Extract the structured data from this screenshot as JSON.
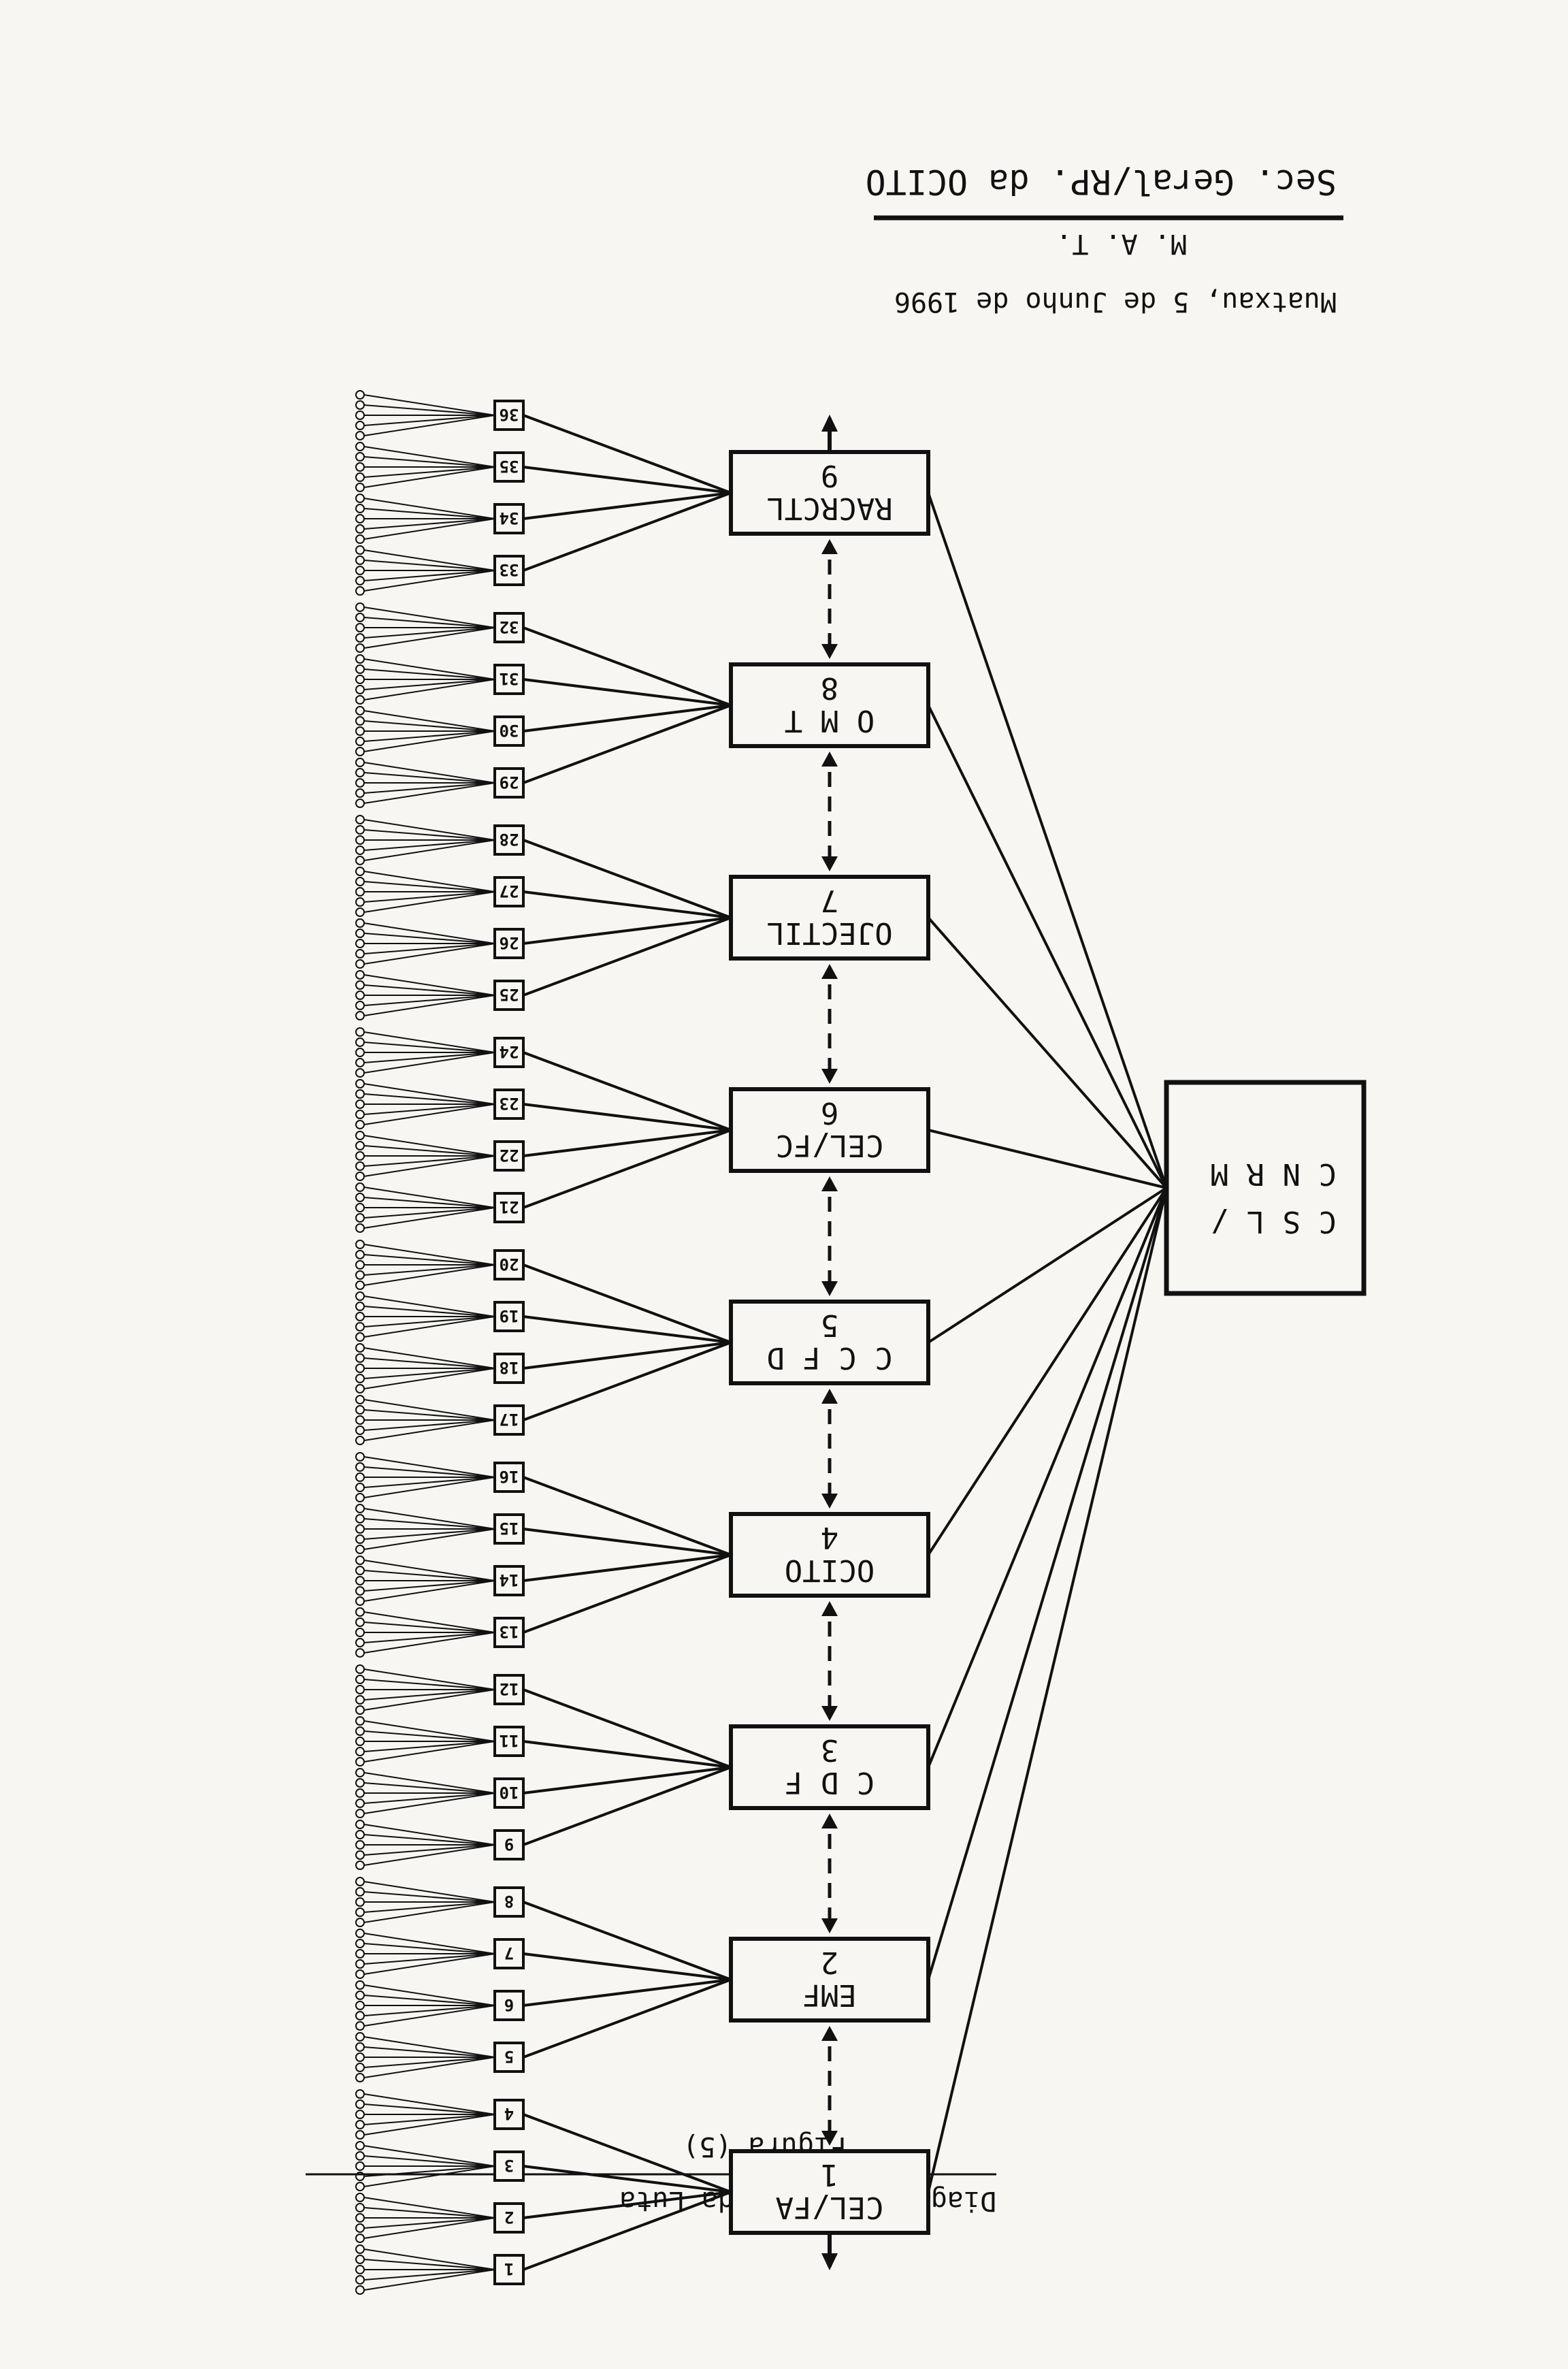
{
  "header": {
    "secretariat": "Sec. Geral/RP. da OCITO",
    "initials": "M. A. T.",
    "place_date": "Muatxau, 5 de Junho de 1996"
  },
  "footer": {
    "title": "Diagrama Global da Luta",
    "figure": "Figura (5)"
  },
  "central": {
    "line1": "C S L /",
    "line2": "C N R M"
  },
  "organizations": [
    {
      "name": "CEL/FA",
      "number": "1"
    },
    {
      "name": "EMF",
      "number": "2"
    },
    {
      "name": "C D F",
      "number": "3"
    },
    {
      "name": "OCITO",
      "number": "4"
    },
    {
      "name": "C C F D",
      "number": "5"
    },
    {
      "name": "CEL/FC",
      "number": "6"
    },
    {
      "name": "OJECTIL",
      "number": "7"
    },
    {
      "name": "O M T",
      "number": "8"
    },
    {
      "name": "RACRCTL",
      "number": "9"
    }
  ],
  "nodes": [
    "1",
    "2",
    "3",
    "4",
    "5",
    "6",
    "7",
    "8",
    "9",
    "10",
    "11",
    "12",
    "13",
    "14",
    "15",
    "16",
    "17",
    "18",
    "19",
    "20",
    "21",
    "22",
    "23",
    "24",
    "25",
    "26",
    "27",
    "28",
    "29",
    "30",
    "31",
    "32",
    "33",
    "34",
    "35",
    "36"
  ],
  "colors": {
    "ink": "#111111",
    "paper": "#f7f6f2"
  }
}
